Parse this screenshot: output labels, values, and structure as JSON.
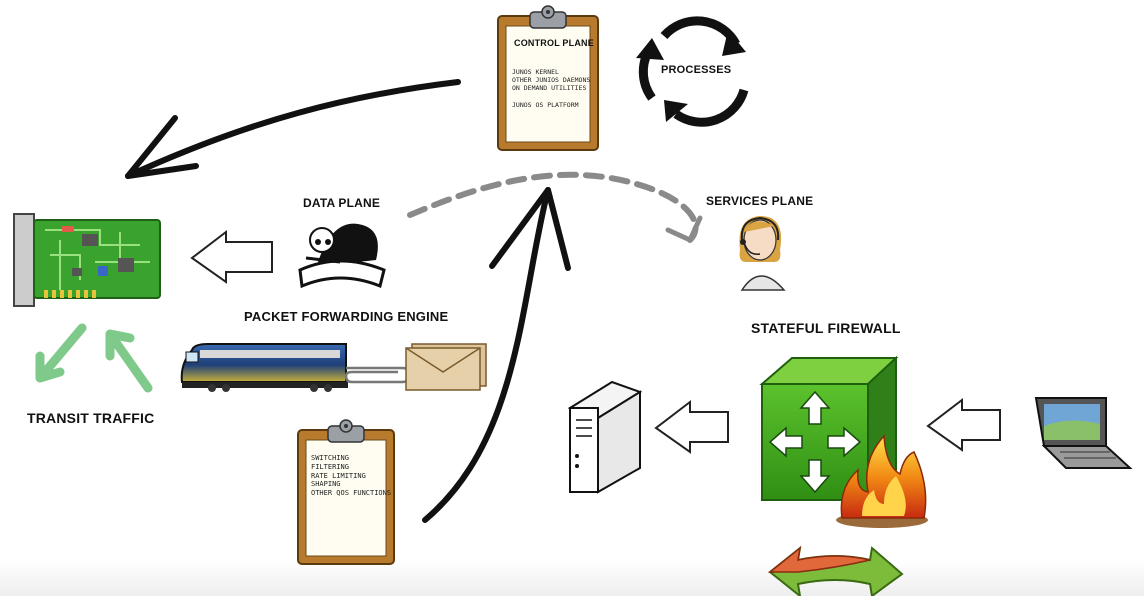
{
  "labels": {
    "control_plane": "CONTROL PLANE",
    "processes": "PROCESSES",
    "data_plane": "DATA PLANE",
    "services_plane": "SERVICES PLANE",
    "packet_forwarding_engine": "PACKET FORWARDING ENGINE",
    "stateful_firewall": "STATEFUL FIREWALL",
    "transit_traffic": "TRANSIT TRAFFIC"
  },
  "control_clipboard": {
    "lines_a": [
      "JUNOS KERNEL",
      "OTHER JUNIOS DAEMONS",
      "ON DEMAND UTILITIES"
    ],
    "line_b": "JUNOS OS PLATFORM"
  },
  "pfe_clipboard": {
    "lines": [
      "SWITCHING",
      "FILTERING",
      "RATE LIMITING",
      "SHAPING",
      "OTHER QOS FUNCTIONS"
    ]
  },
  "colors": {
    "board_green": "#3aa32e",
    "firewall_green": "#4caf1f",
    "clipboard_brown": "#b87a2c",
    "envelope_tan": "#dcc39a",
    "train_blue": "#2b4f8c",
    "arrow_grey": "#888888"
  },
  "icons": [
    "circuit-board-icon",
    "clipboard-icon",
    "cycle-arrows-icon",
    "reader-with-book-icon",
    "headset-agent-icon",
    "train-icon",
    "paperclip-icon",
    "envelope-icon",
    "firewall-cube-icon",
    "fire-icon",
    "server-tower-icon",
    "laptop-icon",
    "bidirectional-arrow-icon"
  ]
}
